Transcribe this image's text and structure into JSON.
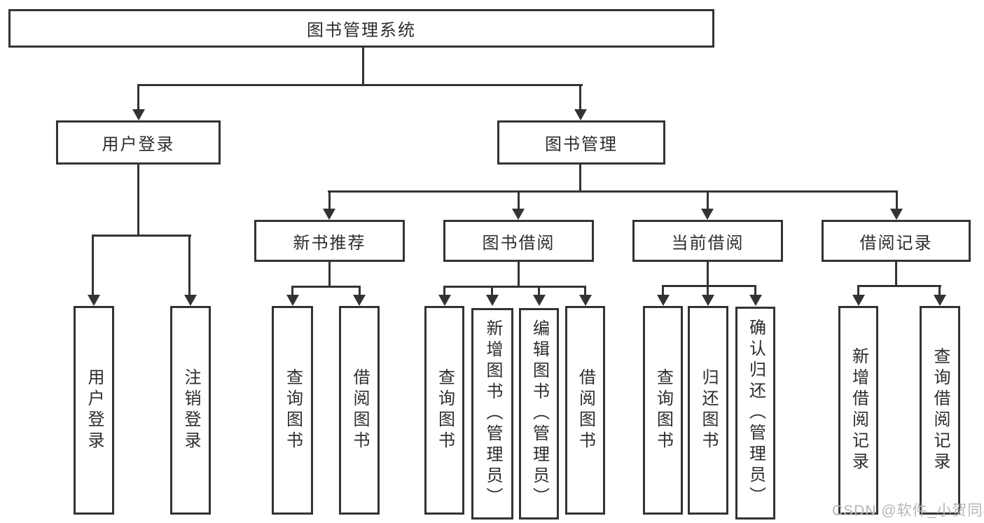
{
  "title": "图书管理系统",
  "watermark": "CSDN @软件_小贺同学",
  "colors": {
    "line": "#333333",
    "text": "#2d2d2d",
    "watermark": "#b5b5b5",
    "background": "#ffffff"
  },
  "branches": [
    {
      "label": "用户登录",
      "children": [
        "用户登录",
        "注销登录"
      ]
    },
    {
      "label": "图书管理",
      "sections": [
        {
          "label": "新书推荐",
          "children": [
            "查询图书",
            "借阅图书"
          ]
        },
        {
          "label": "图书借阅",
          "children": [
            "查询图书",
            "新增图书（管理员）",
            "编辑图书（管理员）",
            "借阅图书"
          ]
        },
        {
          "label": "当前借阅",
          "children": [
            "查询图书",
            "归还图书",
            "确认归还（管理员）"
          ]
        },
        {
          "label": "借阅记录",
          "children": [
            "新增借阅记录",
            "查询借阅记录"
          ]
        }
      ]
    }
  ]
}
